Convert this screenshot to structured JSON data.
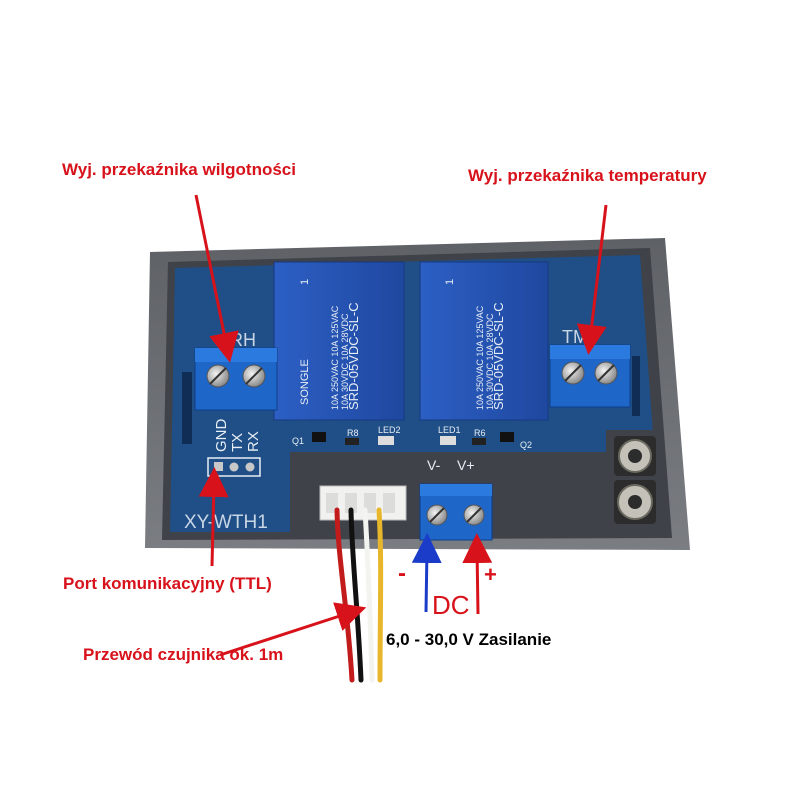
{
  "labels": {
    "humidity_relay_out": "Wyj. przekaźnika wilgotności",
    "temperature_relay_out": "Wyj. przekaźnika  temperatury",
    "comm_port": "Port komunikacyjny (TTL)",
    "sensor_wire": "Przewód czujnika ok. 1m",
    "power_supply": "6,0 - 30,0 V Zasilanie",
    "minus": "-",
    "plus": "+",
    "dc": "DC"
  },
  "board": {
    "model": "XY-WTH1",
    "rh": "RH",
    "tm": "TM",
    "gnd": "GND",
    "tx": "TX",
    "rx": "RX",
    "vminus": "V-",
    "vplus": "V+",
    "q1": "Q1",
    "q2": "Q2",
    "r8": "R8",
    "r6": "R6",
    "led1": "LED1",
    "led2": "LED2",
    "relay_brand": "SONGLE",
    "relay_model": "SRD-05VDC-SL-C",
    "relay_rating1": "10A 250VAC  10A 125VAC",
    "relay_rating2": "10A 30VDC  10A 28VDC",
    "relay_mark": "1"
  },
  "colors": {
    "annotation_red": "#d8121b",
    "arrow_blue": "#1a3cc8",
    "pcb_blue": "#1f4f86",
    "relay_blue": "#2a55b8",
    "terminal_blue": "#1e66c8",
    "case_gray": "#6b6e73"
  }
}
